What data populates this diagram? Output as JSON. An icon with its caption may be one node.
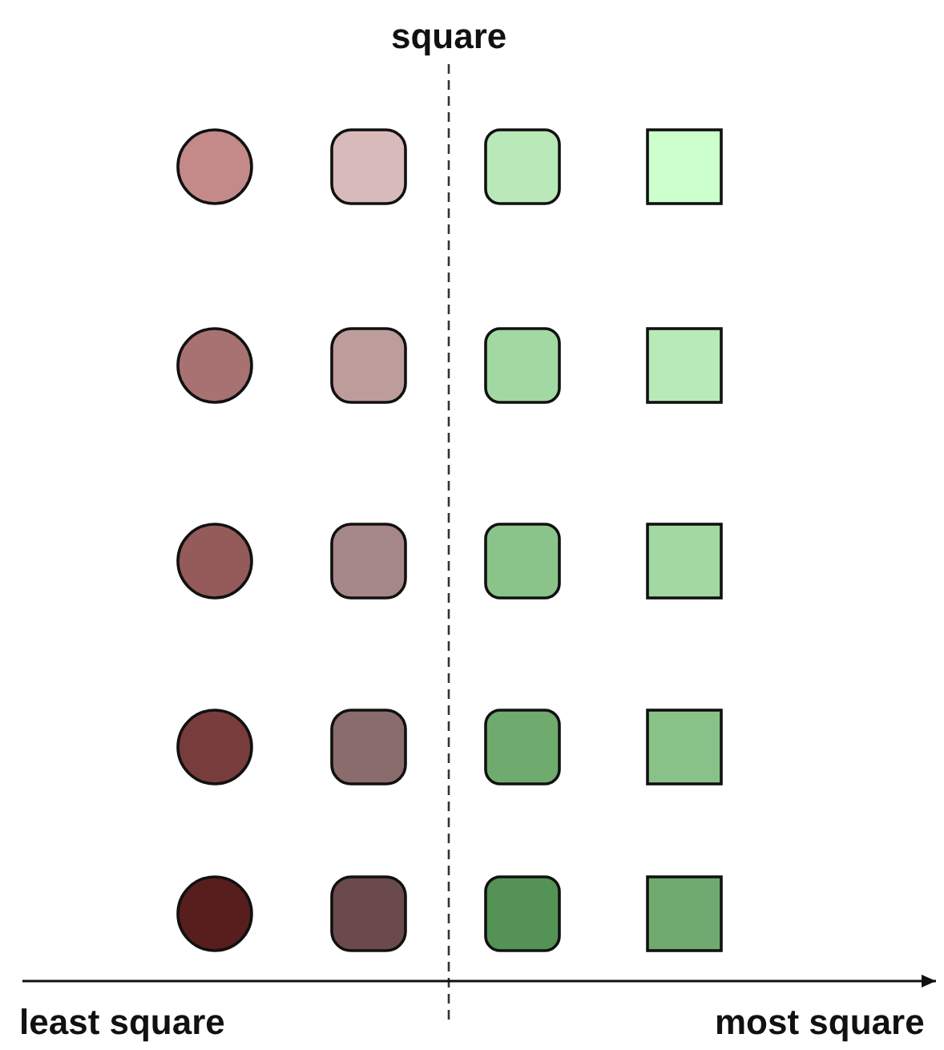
{
  "diagram": {
    "labels": [
      "square",
      "least square",
      "most square"
    ]
  }
}
